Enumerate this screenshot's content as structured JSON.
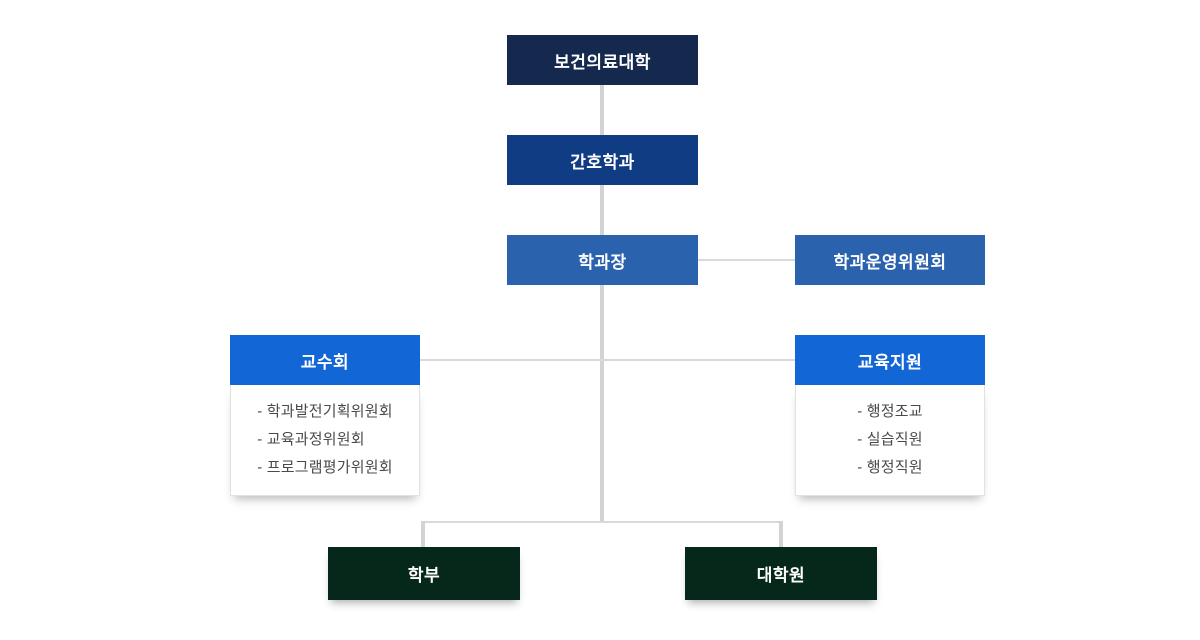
{
  "org": {
    "root": {
      "label": "보건의료대학"
    },
    "dept": {
      "label": "간호학과"
    },
    "head": {
      "label": "학과장"
    },
    "committee": {
      "label": "학과운영위원회"
    },
    "left_panel": {
      "title": "교수회",
      "items": [
        "- 학과발전기획위원회",
        "- 교육과정위원회",
        "- 프로그램평가위원회"
      ]
    },
    "right_panel": {
      "title": "교육지원",
      "items": [
        "- 행정조교",
        "- 실습직원",
        "- 행정직원"
      ]
    },
    "bottom": {
      "undergraduate": {
        "label": "학부"
      },
      "graduate": {
        "label": "대학원"
      }
    }
  },
  "colors": {
    "root_box": "#15294f",
    "dept_box": "#0f3c82",
    "head_box": "#2b62ae",
    "committee_box": "#2b62ae",
    "panel_header": "#1266d5",
    "bottom_box": "#05281b",
    "connector": "#d1d3d4",
    "list_text": "#4a4a4a",
    "background": "#ffffff"
  }
}
